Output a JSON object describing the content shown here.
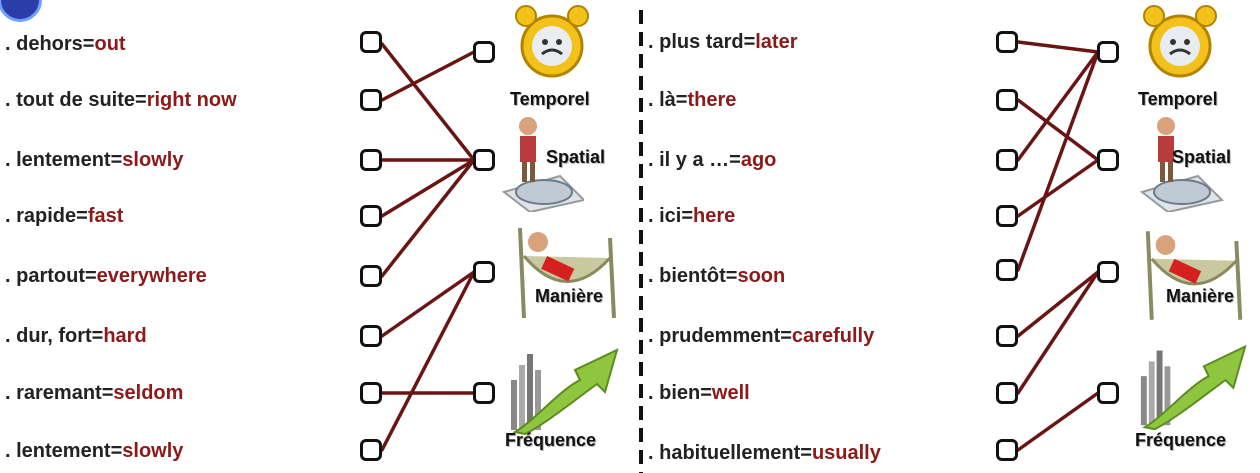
{
  "left": {
    "items": [
      {
        "fr": ". dehors=",
        "en": "out"
      },
      {
        "fr": ". tout de suite=",
        "en": "right now"
      },
      {
        "fr": ". lentement=",
        "en": "slowly"
      },
      {
        "fr": ". rapide=",
        "en": "fast"
      },
      {
        "fr": ". partout=",
        "en": "everywhere"
      },
      {
        "fr": ". dur, fort=",
        "en": "hard"
      },
      {
        "fr": ". raremant=",
        "en": "seldom"
      },
      {
        "fr": ". lentement=",
        "en": "slowly"
      }
    ],
    "categories": [
      "Temporel",
      "Spatial",
      "Manière",
      "Fréquence"
    ]
  },
  "right": {
    "items": [
      {
        "fr": ". plus tard=",
        "en": "later"
      },
      {
        "fr": ". là=",
        "en": "there"
      },
      {
        "fr": ". il y a …=",
        "en": "ago"
      },
      {
        "fr": ". ici=",
        "en": "here"
      },
      {
        "fr": ". bientôt=",
        "en": "soon"
      },
      {
        "fr": ". prudemment=",
        "en": "carefully"
      },
      {
        "fr": ". bien=",
        "en": "well"
      },
      {
        "fr": ". habituellement=",
        "en": "usually"
      }
    ],
    "categories": [
      "Temporel",
      "Spatial",
      "Manière",
      "Fréquence"
    ]
  },
  "colors": {
    "french": "#222222",
    "english": "#8b1a1a",
    "line": "#6b1414"
  }
}
